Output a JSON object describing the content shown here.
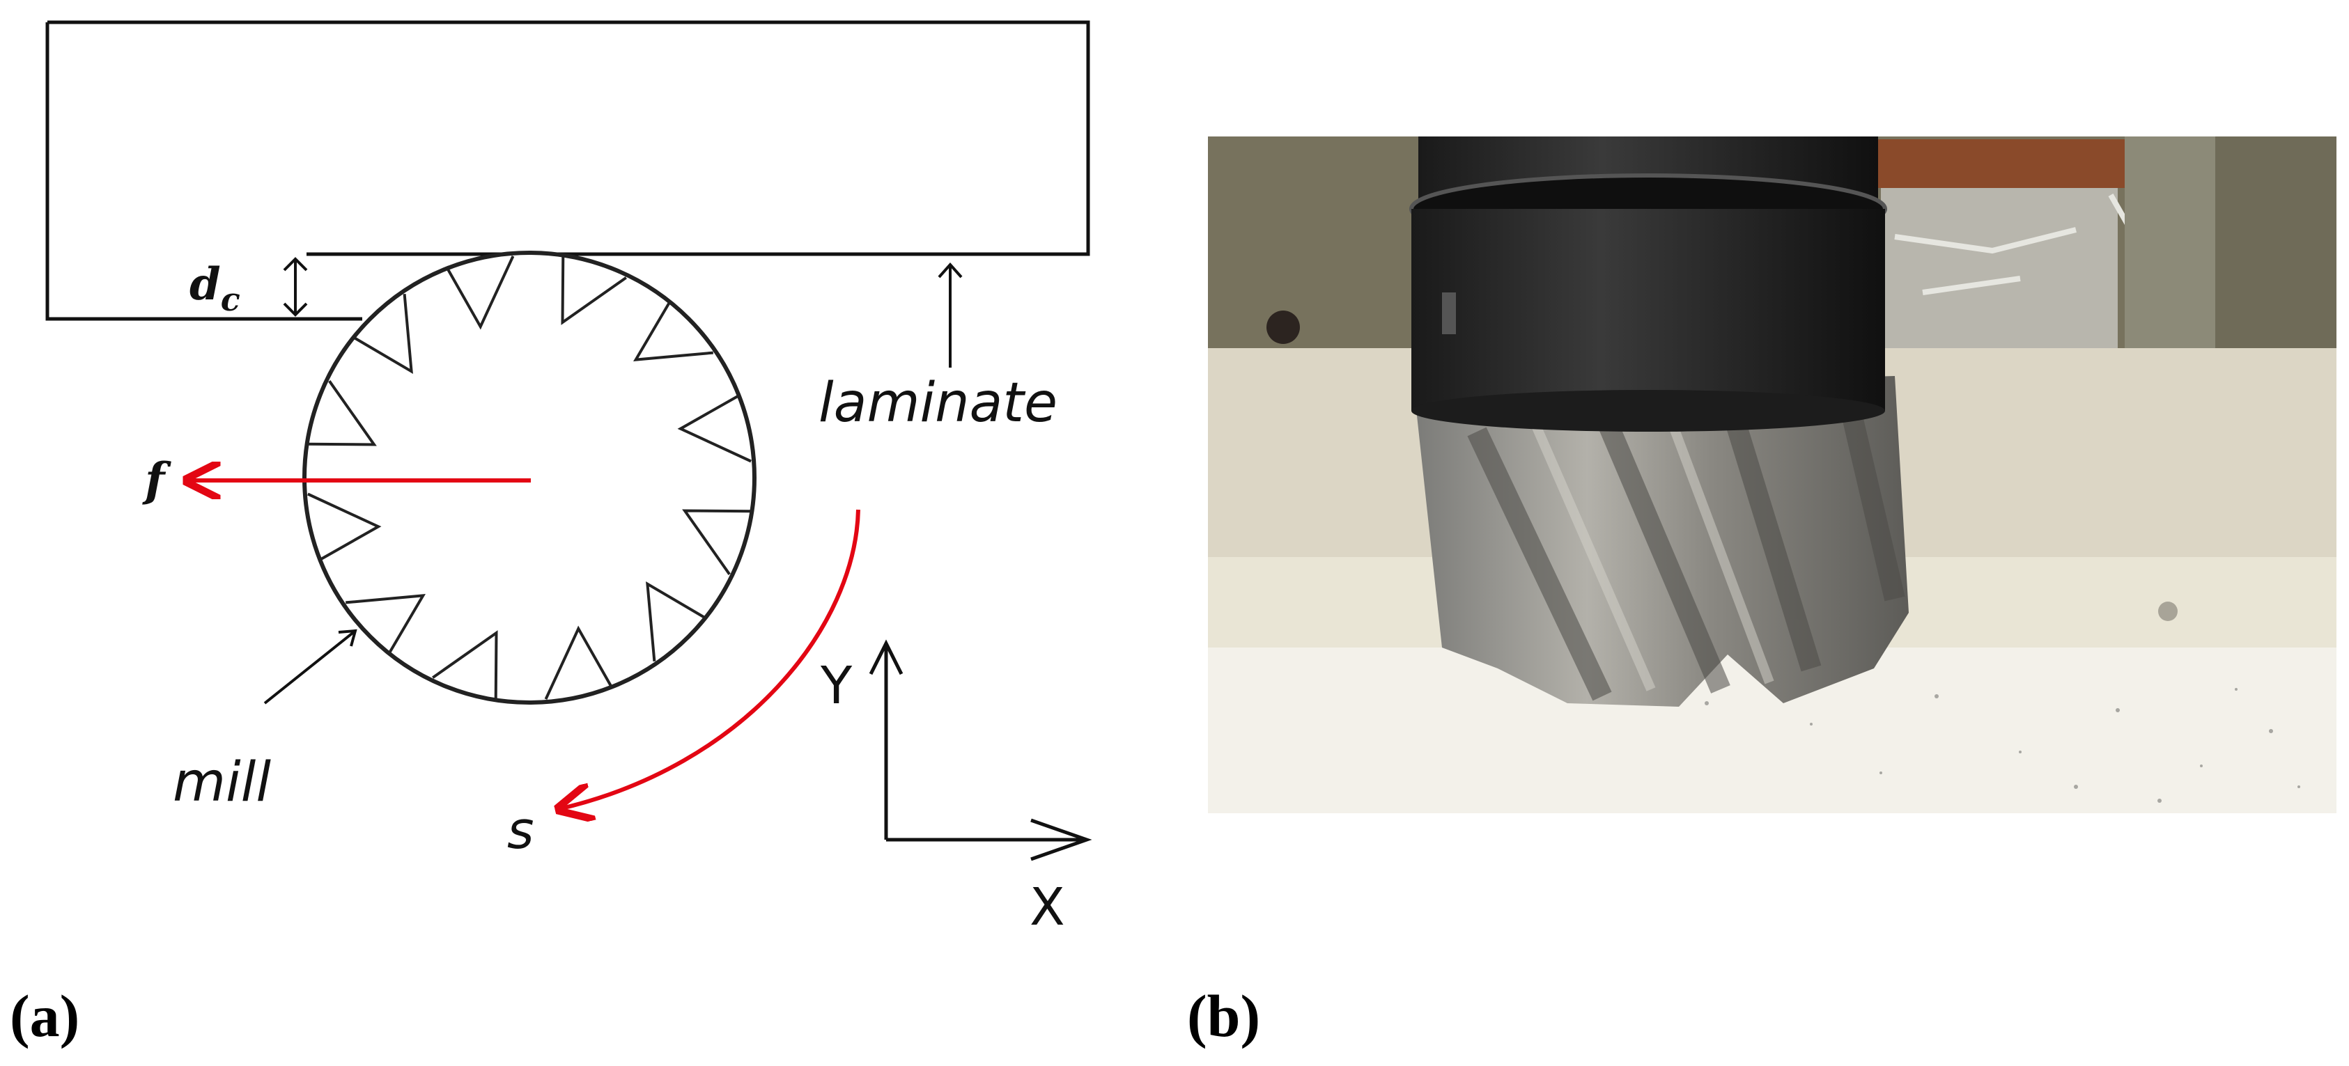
{
  "diagram": {
    "labels": {
      "dc_main": "d",
      "dc_sub": "c",
      "laminate": "laminate",
      "mill": "mill",
      "feed": "f",
      "speed": "s",
      "axis_y": "Y",
      "axis_x": "X"
    },
    "colors": {
      "arrow_red": "#e30613",
      "line": "#111111"
    },
    "mill_teeth": 12
  },
  "panels": {
    "a": "(a)",
    "b": "(b)"
  }
}
